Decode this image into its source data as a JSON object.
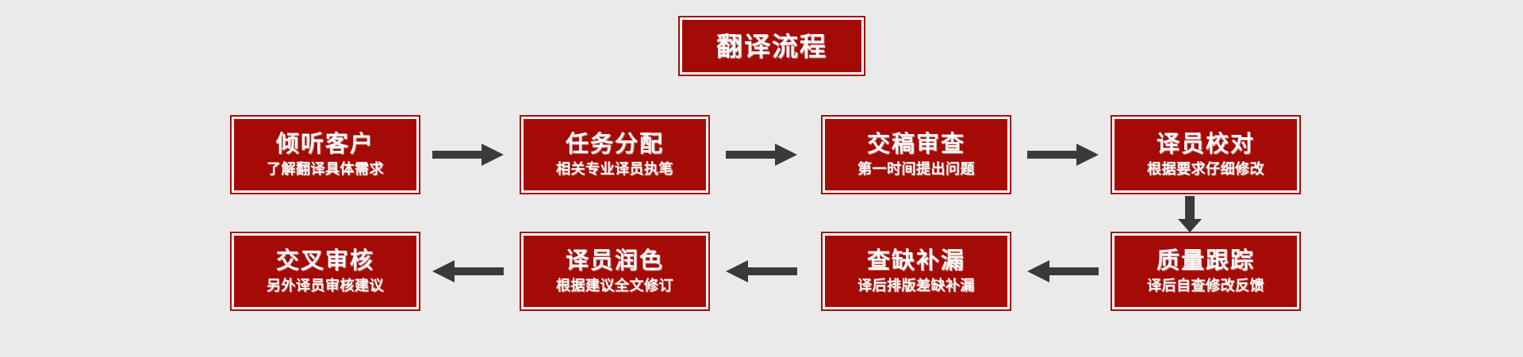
{
  "chart_data": {
    "type": "diagram",
    "diagram_kind": "flowchart",
    "title": "翻译流程",
    "direction": "row1 left-to-right, then down, then row2 right-to-left",
    "node_count": 8,
    "colors": {
      "background": "#eaeaea",
      "node_fill": "#a50b06",
      "node_border": "#a50b06",
      "node_inner_border": "#ffffff",
      "text": "#ffffff",
      "arrow": "#3a3a3a"
    },
    "nodes": [
      {
        "id": "step1",
        "order": 1,
        "headline": "倾听客户",
        "subline": "了解翻译具体需求",
        "row": 1,
        "col": 1
      },
      {
        "id": "step2",
        "order": 2,
        "headline": "任务分配",
        "subline": "相关专业译员执笔",
        "row": 1,
        "col": 2
      },
      {
        "id": "step3",
        "order": 3,
        "headline": "交稿审查",
        "subline": "第一时间提出问题",
        "row": 1,
        "col": 3
      },
      {
        "id": "step4",
        "order": 4,
        "headline": "译员校对",
        "subline": "根据要求仔细修改",
        "row": 1,
        "col": 4
      },
      {
        "id": "step5",
        "order": 5,
        "headline": "质量跟踪",
        "subline": "译后自查修改反馈",
        "row": 2,
        "col": 4
      },
      {
        "id": "step6",
        "order": 6,
        "headline": "查缺补漏",
        "subline": "译后排版差缺补漏",
        "row": 2,
        "col": 3
      },
      {
        "id": "step7",
        "order": 7,
        "headline": "译员润色",
        "subline": "根据建议全文修订",
        "row": 2,
        "col": 2
      },
      {
        "id": "step8",
        "order": 8,
        "headline": "交叉审核",
        "subline": "另外译员审核建议",
        "row": 2,
        "col": 1
      }
    ],
    "edges": [
      {
        "from": "step1",
        "to": "step2",
        "direction": "right"
      },
      {
        "from": "step2",
        "to": "step3",
        "direction": "right"
      },
      {
        "from": "step3",
        "to": "step4",
        "direction": "right"
      },
      {
        "from": "step4",
        "to": "step5",
        "direction": "down"
      },
      {
        "from": "step5",
        "to": "step6",
        "direction": "left"
      },
      {
        "from": "step6",
        "to": "step7",
        "direction": "left"
      },
      {
        "from": "step7",
        "to": "step8",
        "direction": "left"
      }
    ]
  },
  "title": {
    "headline": "翻译流程"
  },
  "steps": [
    {
      "headline": "倾听客户",
      "subline": "了解翻译具体需求"
    },
    {
      "headline": "任务分配",
      "subline": "相关专业译员执笔"
    },
    {
      "headline": "交稿审查",
      "subline": "第一时间提出问题"
    },
    {
      "headline": "译员校对",
      "subline": "根据要求仔细修改"
    },
    {
      "headline": "质量跟踪",
      "subline": "译后自查修改反馈"
    },
    {
      "headline": "查缺补漏",
      "subline": "译后排版差缺补漏"
    },
    {
      "headline": "译员润色",
      "subline": "根据建议全文修订"
    },
    {
      "headline": "交叉审核",
      "subline": "另外译员审核建议"
    }
  ],
  "icons": {
    "arrow_right": "arrow-right-icon",
    "arrow_left": "arrow-left-icon",
    "arrow_down": "arrow-down-icon"
  }
}
